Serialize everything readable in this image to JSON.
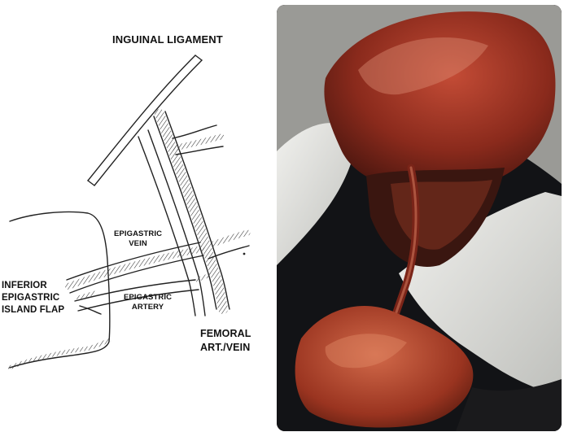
{
  "diagram": {
    "labels": {
      "inguinal_ligament": "INGUINAL LIGAMENT",
      "epigastric_vein": "EPIGASTRIC\nVEIN",
      "epigastric_artery": "EPIGASTRIC\nARTERY",
      "inferior_epigastric_island_flap": "INFERIOR\nEPIGASTRIC\nISLAND FLAP",
      "femoral_art_vein": "FEMORAL\nART./VEIN"
    }
  },
  "photo": {
    "colors": {
      "fur": "#e4e4e0",
      "muscle": "#8a2a1c",
      "tissue_dark": "#3a1610",
      "background": "#111214"
    }
  }
}
